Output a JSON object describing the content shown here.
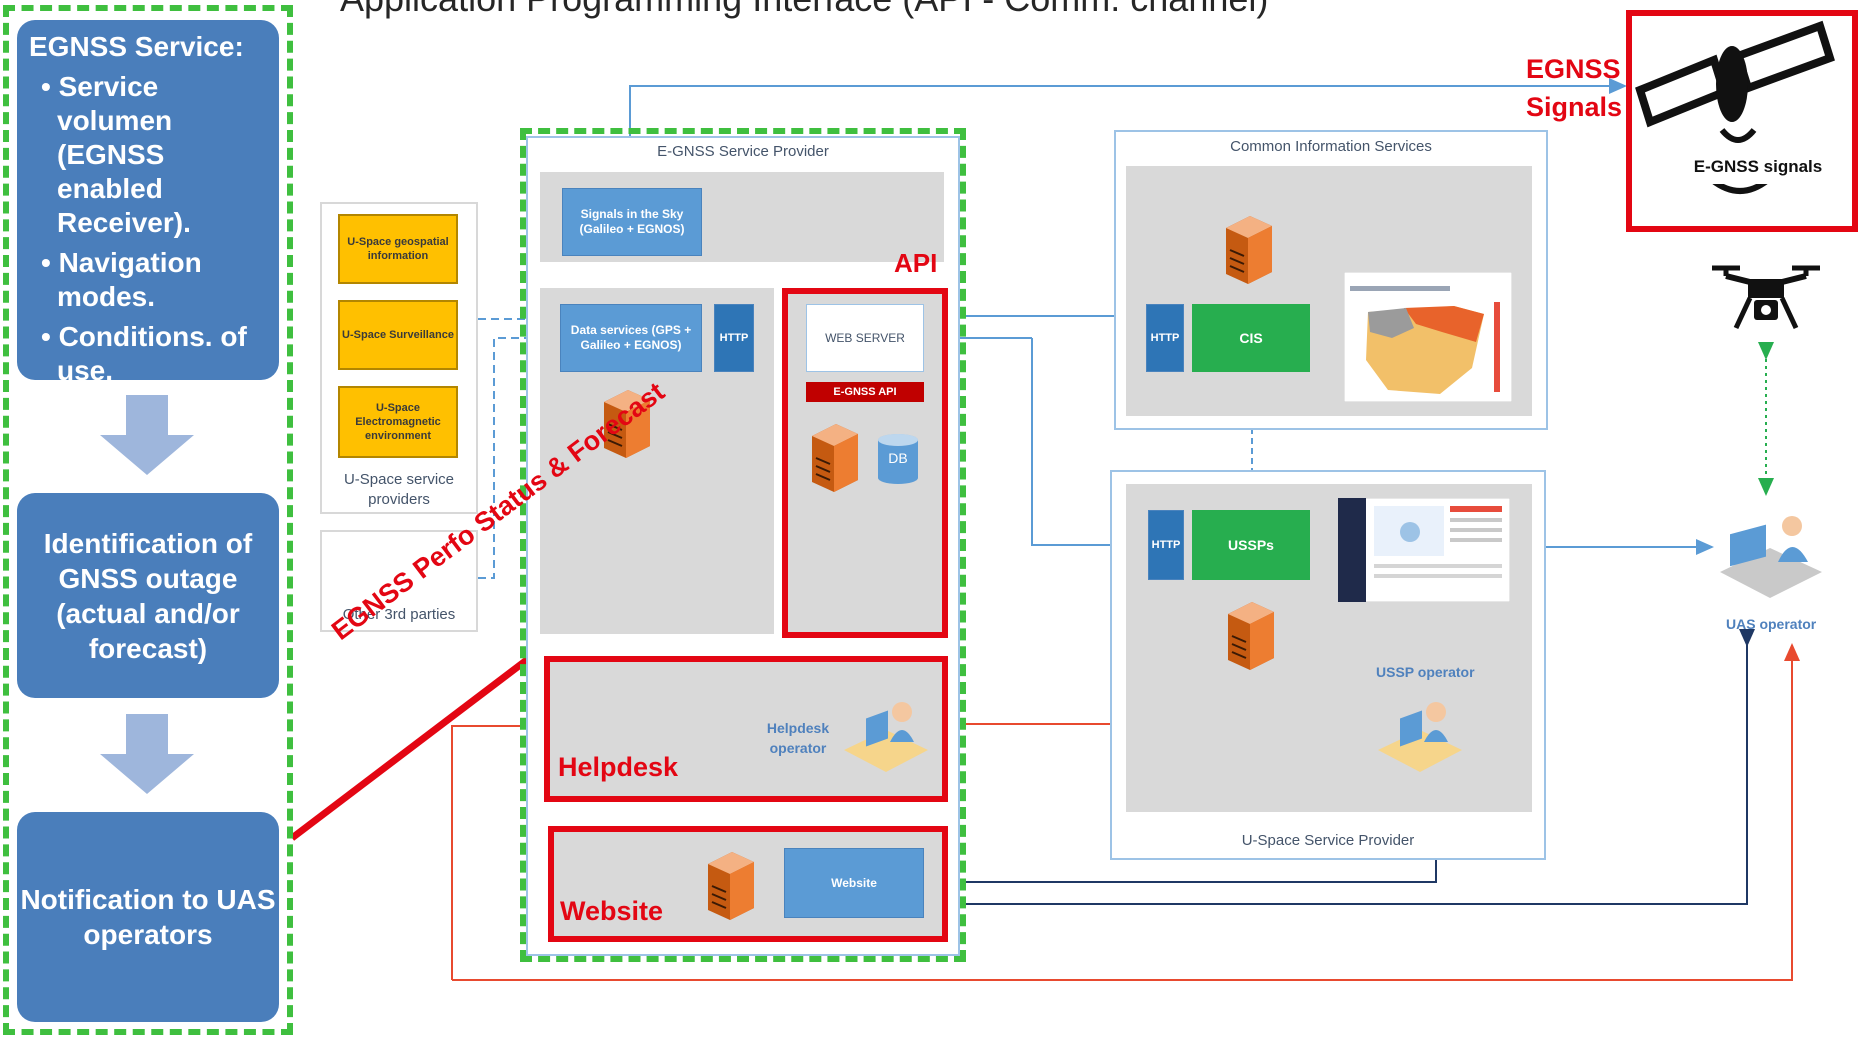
{
  "title": "Application Programming Interface (API - Comm. channel)",
  "left_panel": {
    "box1": {
      "heading": "EGNSS Service:",
      "bullets": [
        "• Service volumen (EGNSS enabled Receiver).",
        "• Navigation modes.",
        "• Conditions. of use."
      ]
    },
    "box2": "Identification of GNSS outage (actual and/or forecast)",
    "box3": "Notification to UAS operators"
  },
  "providers": {
    "items": [
      "U-Space geospatial information",
      "U-Space Surveillance",
      "U-Space Electromagnetic environment"
    ],
    "label": "U-Space service providers",
    "other": "Other 3rd parties"
  },
  "egnss_provider": {
    "title": "E-GNSS Service Provider",
    "signals": "Signals in the Sky (Galileo + EGNOS)",
    "data_services": "Data services (GPS + Galileo + EGNOS)",
    "http": "HTTP",
    "web_server": "WEB SERVER",
    "egnss_api": "E-GNSS API",
    "db": "DB",
    "api_label": "API",
    "helpdesk_operator": "Helpdesk operator",
    "helpdesk_label": "Helpdesk",
    "website": "Website",
    "website_label": "Website"
  },
  "cis": {
    "title": "Common Information Services",
    "http": "HTTP",
    "cis": "CIS"
  },
  "ussp": {
    "http": "HTTP",
    "ussps": "USSPs",
    "operator": "USSP operator",
    "title": "U-Space Service Provider"
  },
  "signals": {
    "label_line1": "EGNSS",
    "label_line2": "Signals",
    "box_caption": "E-GNSS signals"
  },
  "uas_operator": "UAS operator",
  "diagonal_label": "EGNSS Perfo Status & Forecast",
  "colors": {
    "accent_red": "#e30613",
    "step_blue": "#4a7ebb",
    "dash_green": "#3fbf3f",
    "connector_blue": "#5b9bd5"
  }
}
